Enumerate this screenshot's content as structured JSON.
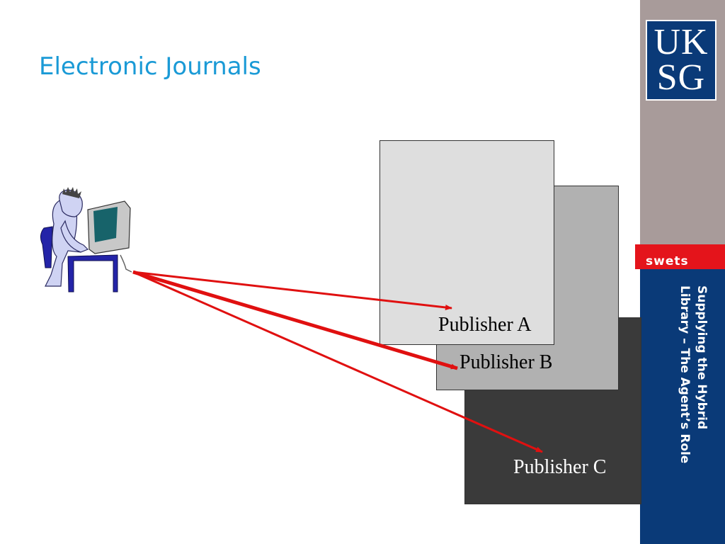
{
  "slide": {
    "title": "Electronic Journals"
  },
  "sidebar": {
    "logo_line1": "UK",
    "logo_line2": "SG",
    "brand": "swets",
    "caption": "Supplying the Hybrid Library – The Agent’s Role"
  },
  "publishers": [
    {
      "label": "Publisher A"
    },
    {
      "label": "Publisher B"
    },
    {
      "label": "Publisher C"
    }
  ],
  "colors": {
    "title": "#1a9ad6",
    "sidebar_navy": "#0a3a78",
    "sidebar_grey": "#a89b9a",
    "swets_red": "#e4141b",
    "arrow_red": "#e01010"
  },
  "icons": {
    "user": "person-at-computer-icon"
  }
}
